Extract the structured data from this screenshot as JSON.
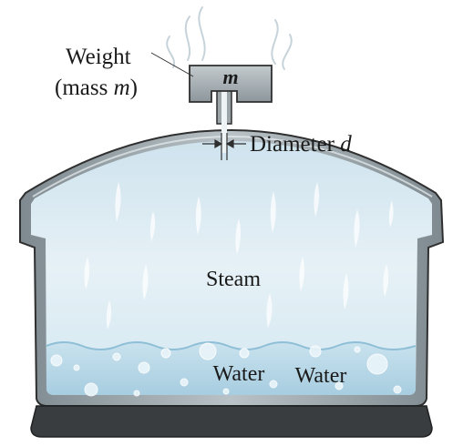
{
  "labels": {
    "weight_line1": "Weight",
    "weight_line2_prefix": "(mass ",
    "weight_line2_var": "m",
    "weight_line2_suffix": ")",
    "mass_symbol": "m",
    "diameter_text": "Diameter ",
    "diameter_var": "d",
    "steam": "Steam",
    "water_1": "Water",
    "water_2": "Water"
  },
  "colors": {
    "pot_wall": "#8f9aa0",
    "pot_outline": "#2f2f2f",
    "steam_fill": "#dcebf2",
    "water_fill": "#b9d9e8",
    "weight_fill": "#a9b1b6",
    "base": "#3a3d3f"
  }
}
